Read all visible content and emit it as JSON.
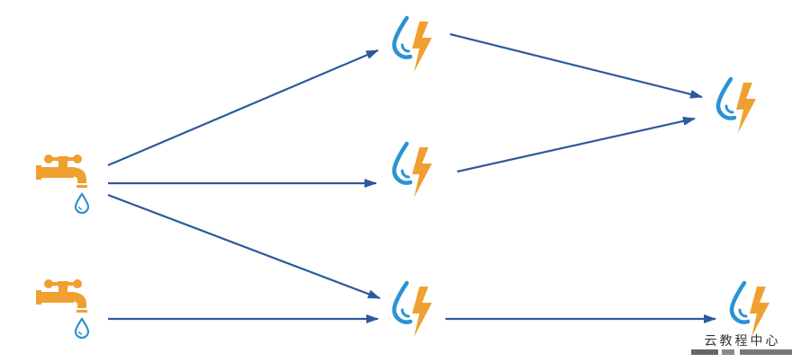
{
  "colors": {
    "arrow": "#2d5a9c",
    "faucet": "#f0a030",
    "drop": "#2a93d5",
    "bolt": "#f0a030"
  },
  "nodes": [
    {
      "id": "source-1",
      "icon": "faucet-icon"
    },
    {
      "id": "source-2",
      "icon": "faucet-icon"
    },
    {
      "id": "stream-1",
      "icon": "water-drop-lightning-icon"
    },
    {
      "id": "stream-2",
      "icon": "water-drop-lightning-icon"
    },
    {
      "id": "stream-3",
      "icon": "water-drop-lightning-icon"
    },
    {
      "id": "sink-1",
      "icon": "water-drop-lightning-icon"
    },
    {
      "id": "sink-2",
      "icon": "water-drop-lightning-icon"
    }
  ],
  "edges": [
    {
      "from": "source-1",
      "to": "stream-1"
    },
    {
      "from": "source-1",
      "to": "stream-2"
    },
    {
      "from": "source-1",
      "to": "stream-3"
    },
    {
      "from": "source-2",
      "to": "stream-3"
    },
    {
      "from": "stream-1",
      "to": "sink-1"
    },
    {
      "from": "stream-2",
      "to": "sink-1"
    },
    {
      "from": "stream-3",
      "to": "sink-2"
    }
  ],
  "watermark": {
    "text": "云教程中心",
    "subtext_logo": "watermark-url-logo"
  }
}
